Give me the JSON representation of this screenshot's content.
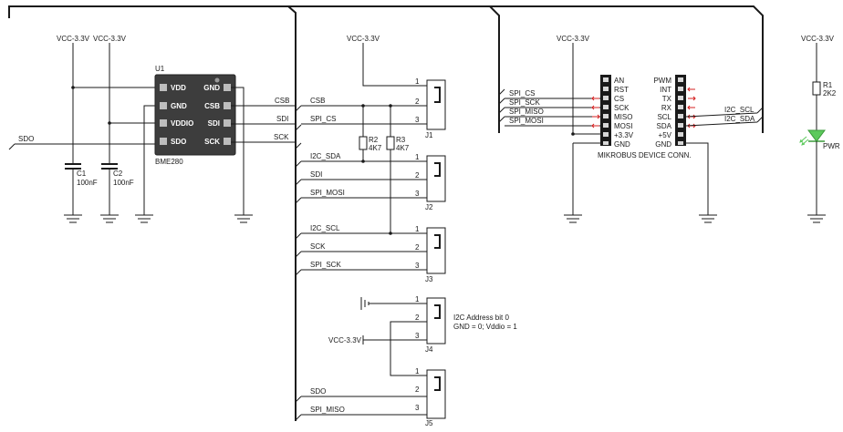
{
  "power": {
    "vcc": "VCC-3.3V"
  },
  "sensor": {
    "ref": "U1",
    "part": "BME280",
    "left_pins": [
      "VDD",
      "GND",
      "VDDIO",
      "SDO"
    ],
    "right_pins": [
      "GND",
      "CSB",
      "SDI",
      "SCK"
    ]
  },
  "capacitors": [
    {
      "ref": "C1",
      "value": "100nF"
    },
    {
      "ref": "C2",
      "value": "100nF"
    }
  ],
  "resistors": [
    {
      "ref": "R2",
      "value": "4K7"
    },
    {
      "ref": "R3",
      "value": "4K7"
    },
    {
      "ref": "R1",
      "value": "2K2"
    }
  ],
  "led": {
    "label": "PWR"
  },
  "nets": {
    "sdo": "SDO",
    "csb": "CSB",
    "sdi": "SDI",
    "sck": "SCK",
    "spi_cs": "SPI_CS",
    "spi_sck": "SPI_SCK",
    "spi_miso": "SPI_MISO",
    "spi_mosi": "SPI_MOSI",
    "i2c_sda": "I2C_SDA",
    "i2c_scl": "I2C_SCL"
  },
  "jumpers": [
    {
      "ref": "J1",
      "pins": [
        "1",
        "2",
        "3"
      ]
    },
    {
      "ref": "J2",
      "pins": [
        "1",
        "2",
        "3"
      ]
    },
    {
      "ref": "J3",
      "pins": [
        "1",
        "2",
        "3"
      ]
    },
    {
      "ref": "J4",
      "pins": [
        "1",
        "2",
        "3"
      ]
    },
    {
      "ref": "J5",
      "pins": [
        "1",
        "2",
        "3"
      ]
    }
  ],
  "address_note": {
    "line1": "I2C Address bit 0",
    "line2": "GND = 0; Vddio = 1"
  },
  "mikrobus": {
    "title": "MIKROBUS DEVICE CONN.",
    "left_pins": [
      "AN",
      "RST",
      "CS",
      "SCK",
      "MISO",
      "MOSI",
      "+3.3V",
      "GND"
    ],
    "right_pins": [
      "PWM",
      "INT",
      "TX",
      "RX",
      "SCL",
      "SDA",
      "+5V",
      "GND"
    ]
  }
}
